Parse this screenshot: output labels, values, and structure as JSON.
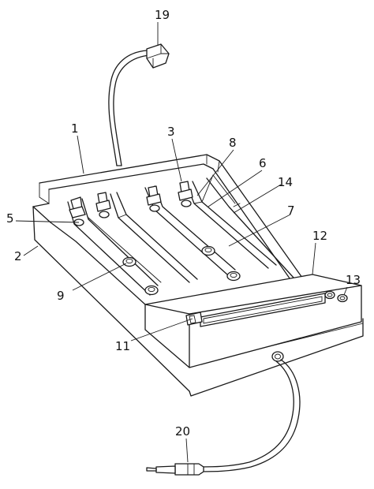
{
  "labels": {
    "l1": "1",
    "l2": "2",
    "l3": "3",
    "l5": "5",
    "l6": "6",
    "l7": "7",
    "l8": "8",
    "l9": "9",
    "l11": "11",
    "l12": "12",
    "l13": "13",
    "l14": "14",
    "l19": "19",
    "l20": "20"
  }
}
